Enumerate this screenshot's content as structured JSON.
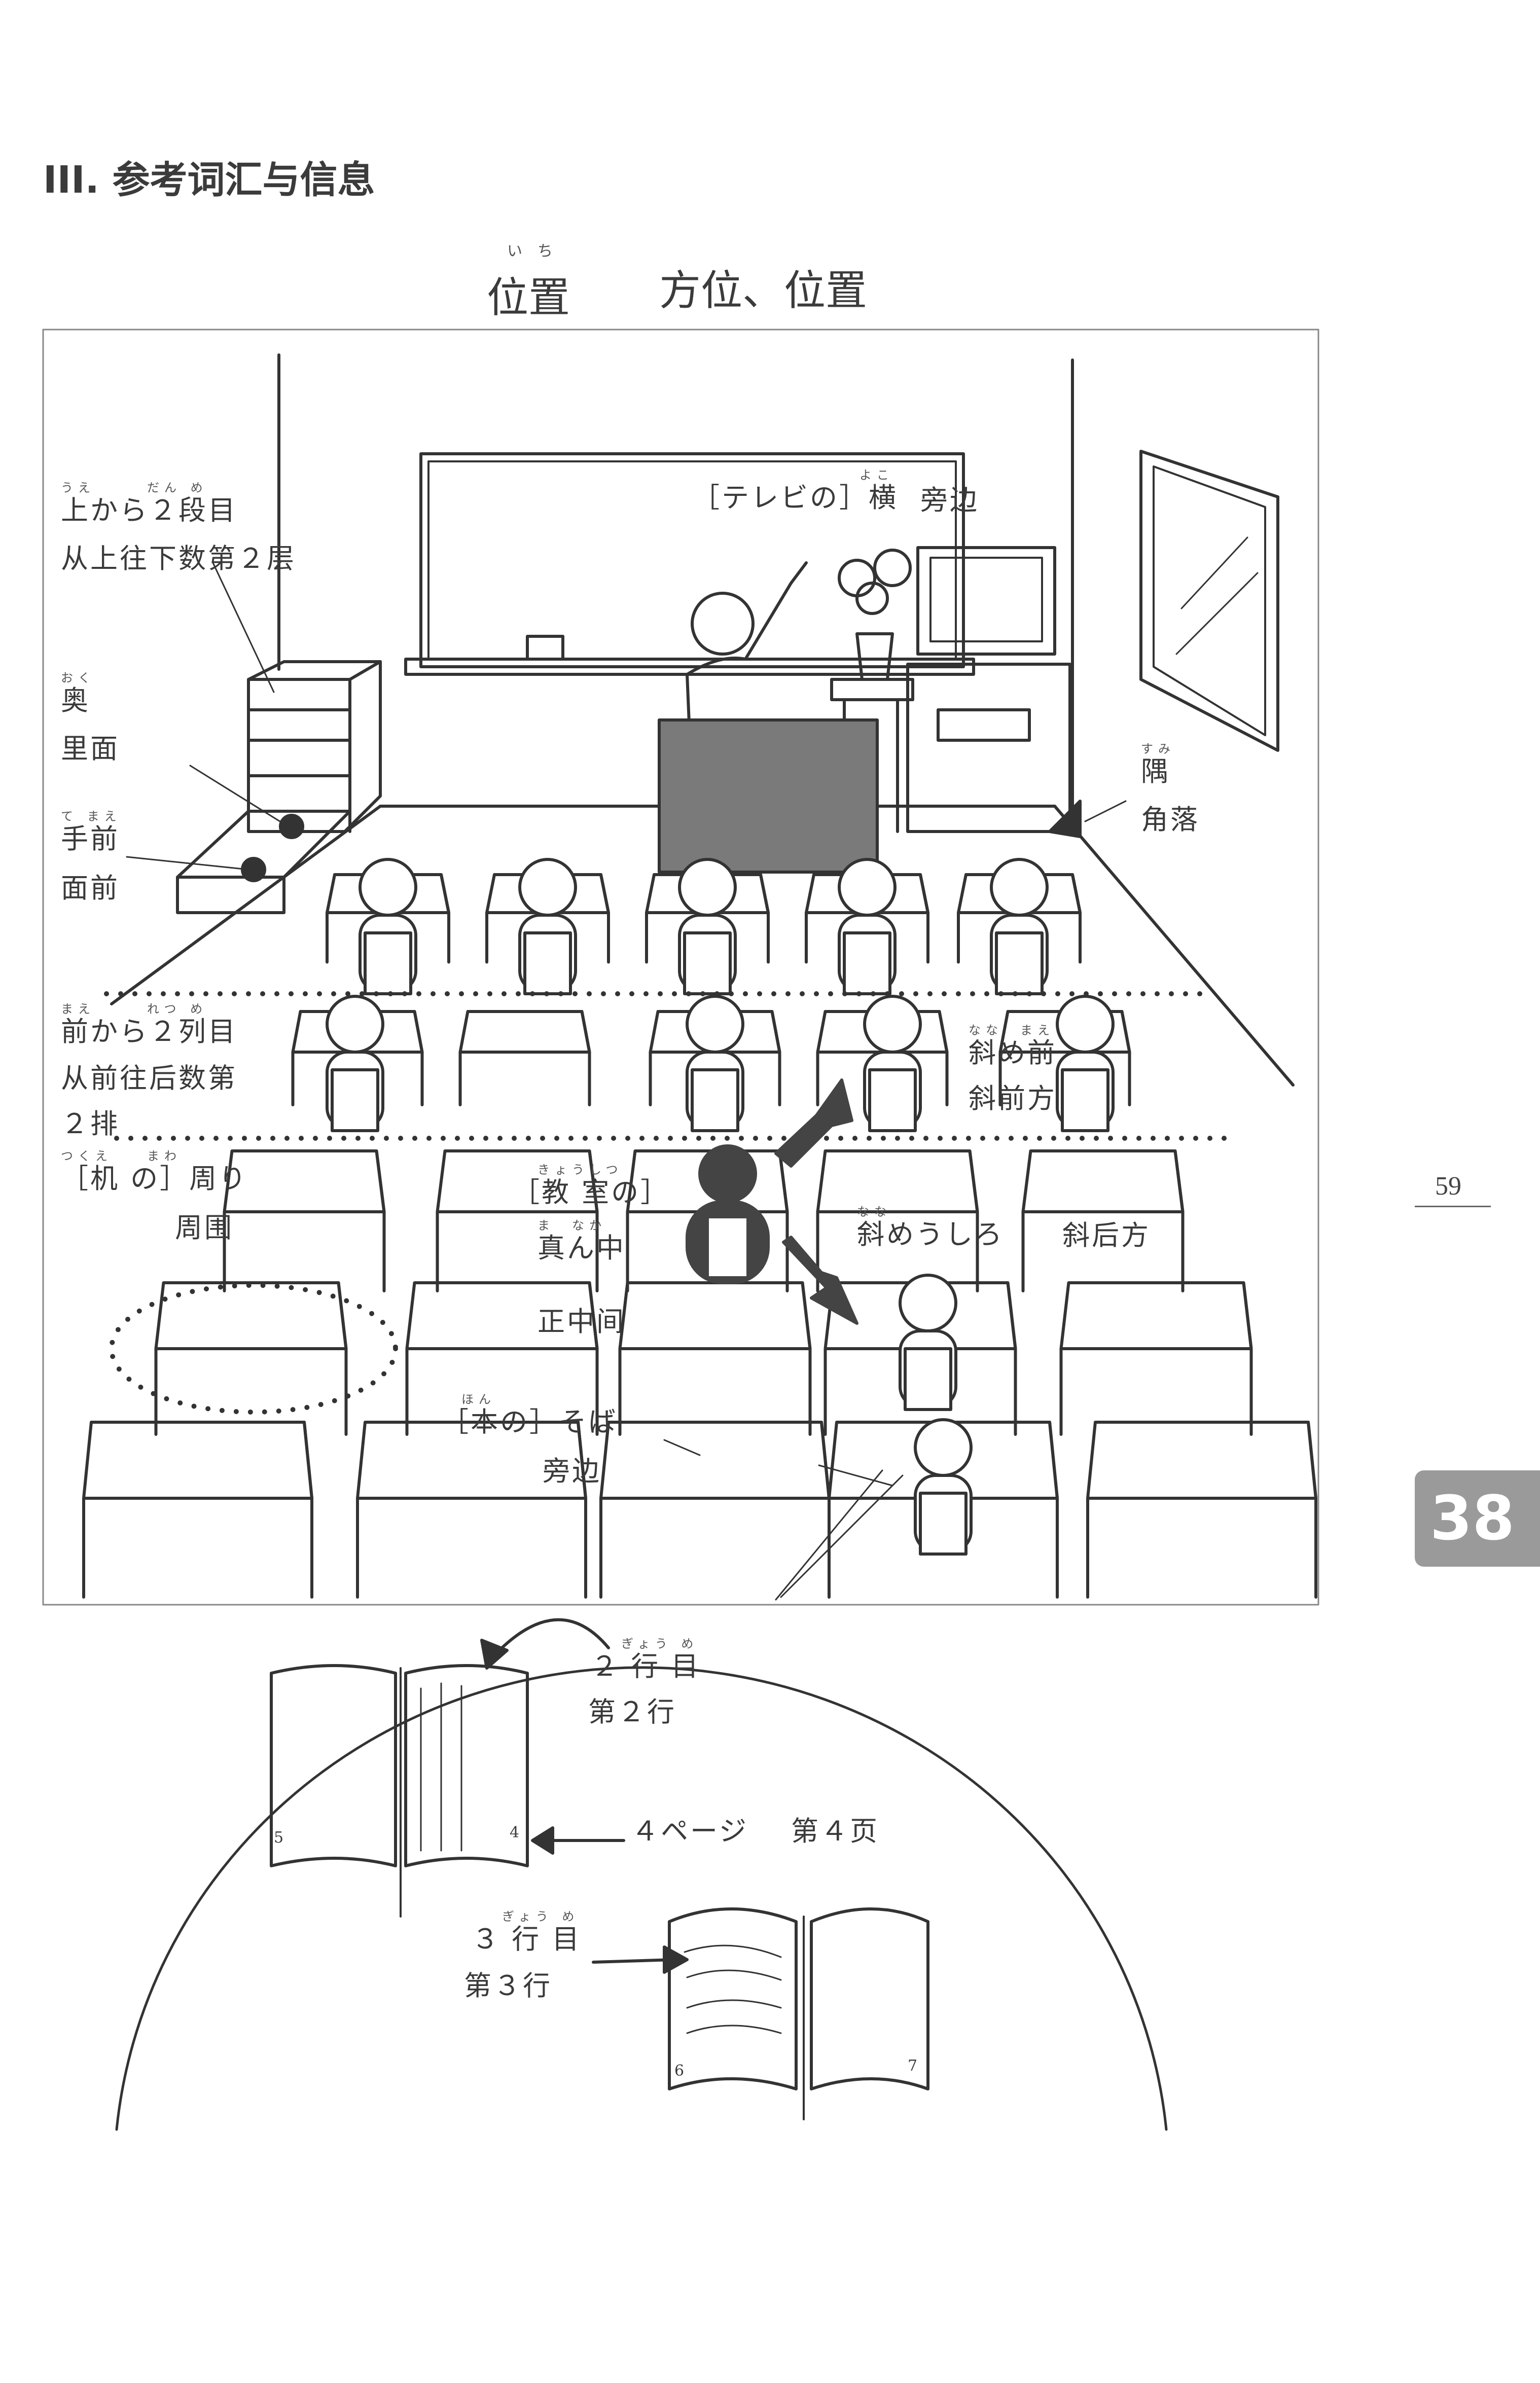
{
  "heading": "III. 参考词汇与信息",
  "title": {
    "ruby": "いち",
    "jp": "位置",
    "cn": "方位、位置"
  },
  "page_number": "59",
  "chapter_tab": "38",
  "labels": {
    "dan": {
      "ruby": "うえ　　　だん め",
      "jp": "上から２段目",
      "cn": "从上往下数第２层"
    },
    "oku": {
      "ruby": "おく",
      "jp": "奥",
      "cn": "里面"
    },
    "temae": {
      "ruby": "て まえ",
      "jp": "手前",
      "cn": "面前"
    },
    "retsu": {
      "ruby": "まえ　　　れつ め",
      "jp": "前から２列目",
      "cn1": "从前往后数第",
      "cn2": "２排"
    },
    "mawari": {
      "ruby": "つくえ　　まわ",
      "jp": "［机 の］周り",
      "cn": "周围"
    },
    "yoko": {
      "ruby": "よこ",
      "jp": "［テレビの］横",
      "cn": "旁边"
    },
    "sumi": {
      "ruby": "すみ",
      "jp": "隅",
      "cn": "角落"
    },
    "nanamemae": {
      "ruby": "なな　まえ",
      "jp": "斜め前",
      "cn": "斜前方"
    },
    "mannaka": {
      "ruby1": "きょうしつ",
      "jp1": "［教 室の］",
      "ruby2": "ま　なか",
      "jp2": "真ん中",
      "cn": "正中间"
    },
    "nanameushiro": {
      "ruby": "なな",
      "jp": "斜めうしろ",
      "cn": "斜后方"
    },
    "soba": {
      "ruby": "ほん",
      "jp": "［本の］そば",
      "cn": "旁边"
    },
    "gyou2": {
      "ruby": "ぎょう め",
      "jp": "２ 行 目",
      "cn": "第２行"
    },
    "page4": {
      "jp": "４ページ",
      "cn": "第４页"
    },
    "gyou3": {
      "ruby": "ぎょう め",
      "jp": "３ 行 目",
      "cn": "第３行"
    }
  },
  "book_page_numbers": {
    "left_book": [
      "5",
      "4"
    ],
    "right_book": [
      "6",
      "7"
    ]
  }
}
